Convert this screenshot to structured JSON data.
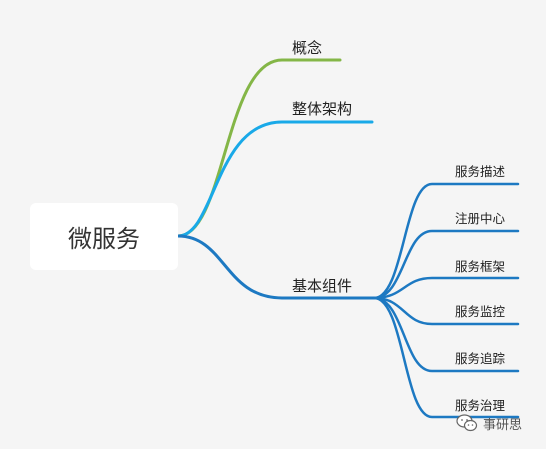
{
  "root": {
    "label": "微服务"
  },
  "branches": {
    "concept": {
      "label": "概念",
      "color": "#84b647"
    },
    "architecture": {
      "label": "整体架构",
      "color": "#19a9e8"
    },
    "components": {
      "label": "基本组件",
      "color": "#1d79c2",
      "children": [
        {
          "label": "服务描述"
        },
        {
          "label": "注册中心"
        },
        {
          "label": "服务框架"
        },
        {
          "label": "服务监控"
        },
        {
          "label": "服务追踪"
        },
        {
          "label": "服务治理"
        }
      ]
    }
  },
  "watermark": {
    "text": "事研思",
    "icon": "wechat-icon"
  }
}
